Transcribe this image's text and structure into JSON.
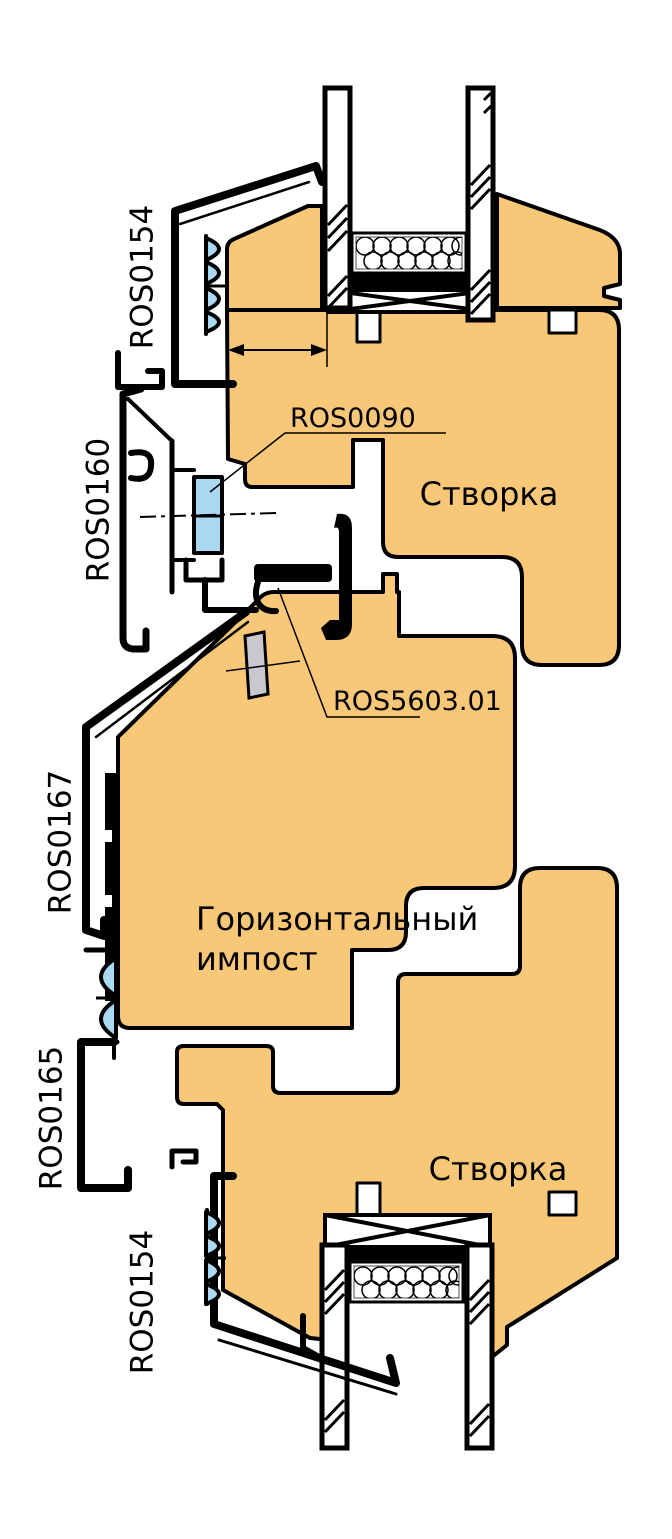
{
  "labels": {
    "ros0154_top": "ROS0154",
    "ros0160": "ROS0160",
    "ros0090": "ROS0090",
    "ros5603_01": "ROS5603.01",
    "ros0167": "ROS0167",
    "ros0165": "ROS0165",
    "ros0154_bottom": "ROS0154",
    "sash_top": "Створка",
    "sash_bottom": "Створка",
    "mullion_line1": "Горизонтальный",
    "mullion_line2": "импост"
  },
  "colors": {
    "wood": "#F8C878",
    "gasket": "#ABD8F2",
    "plastic": "#C9C9CD",
    "outline": "#000000",
    "background": "#FFFFFF"
  }
}
